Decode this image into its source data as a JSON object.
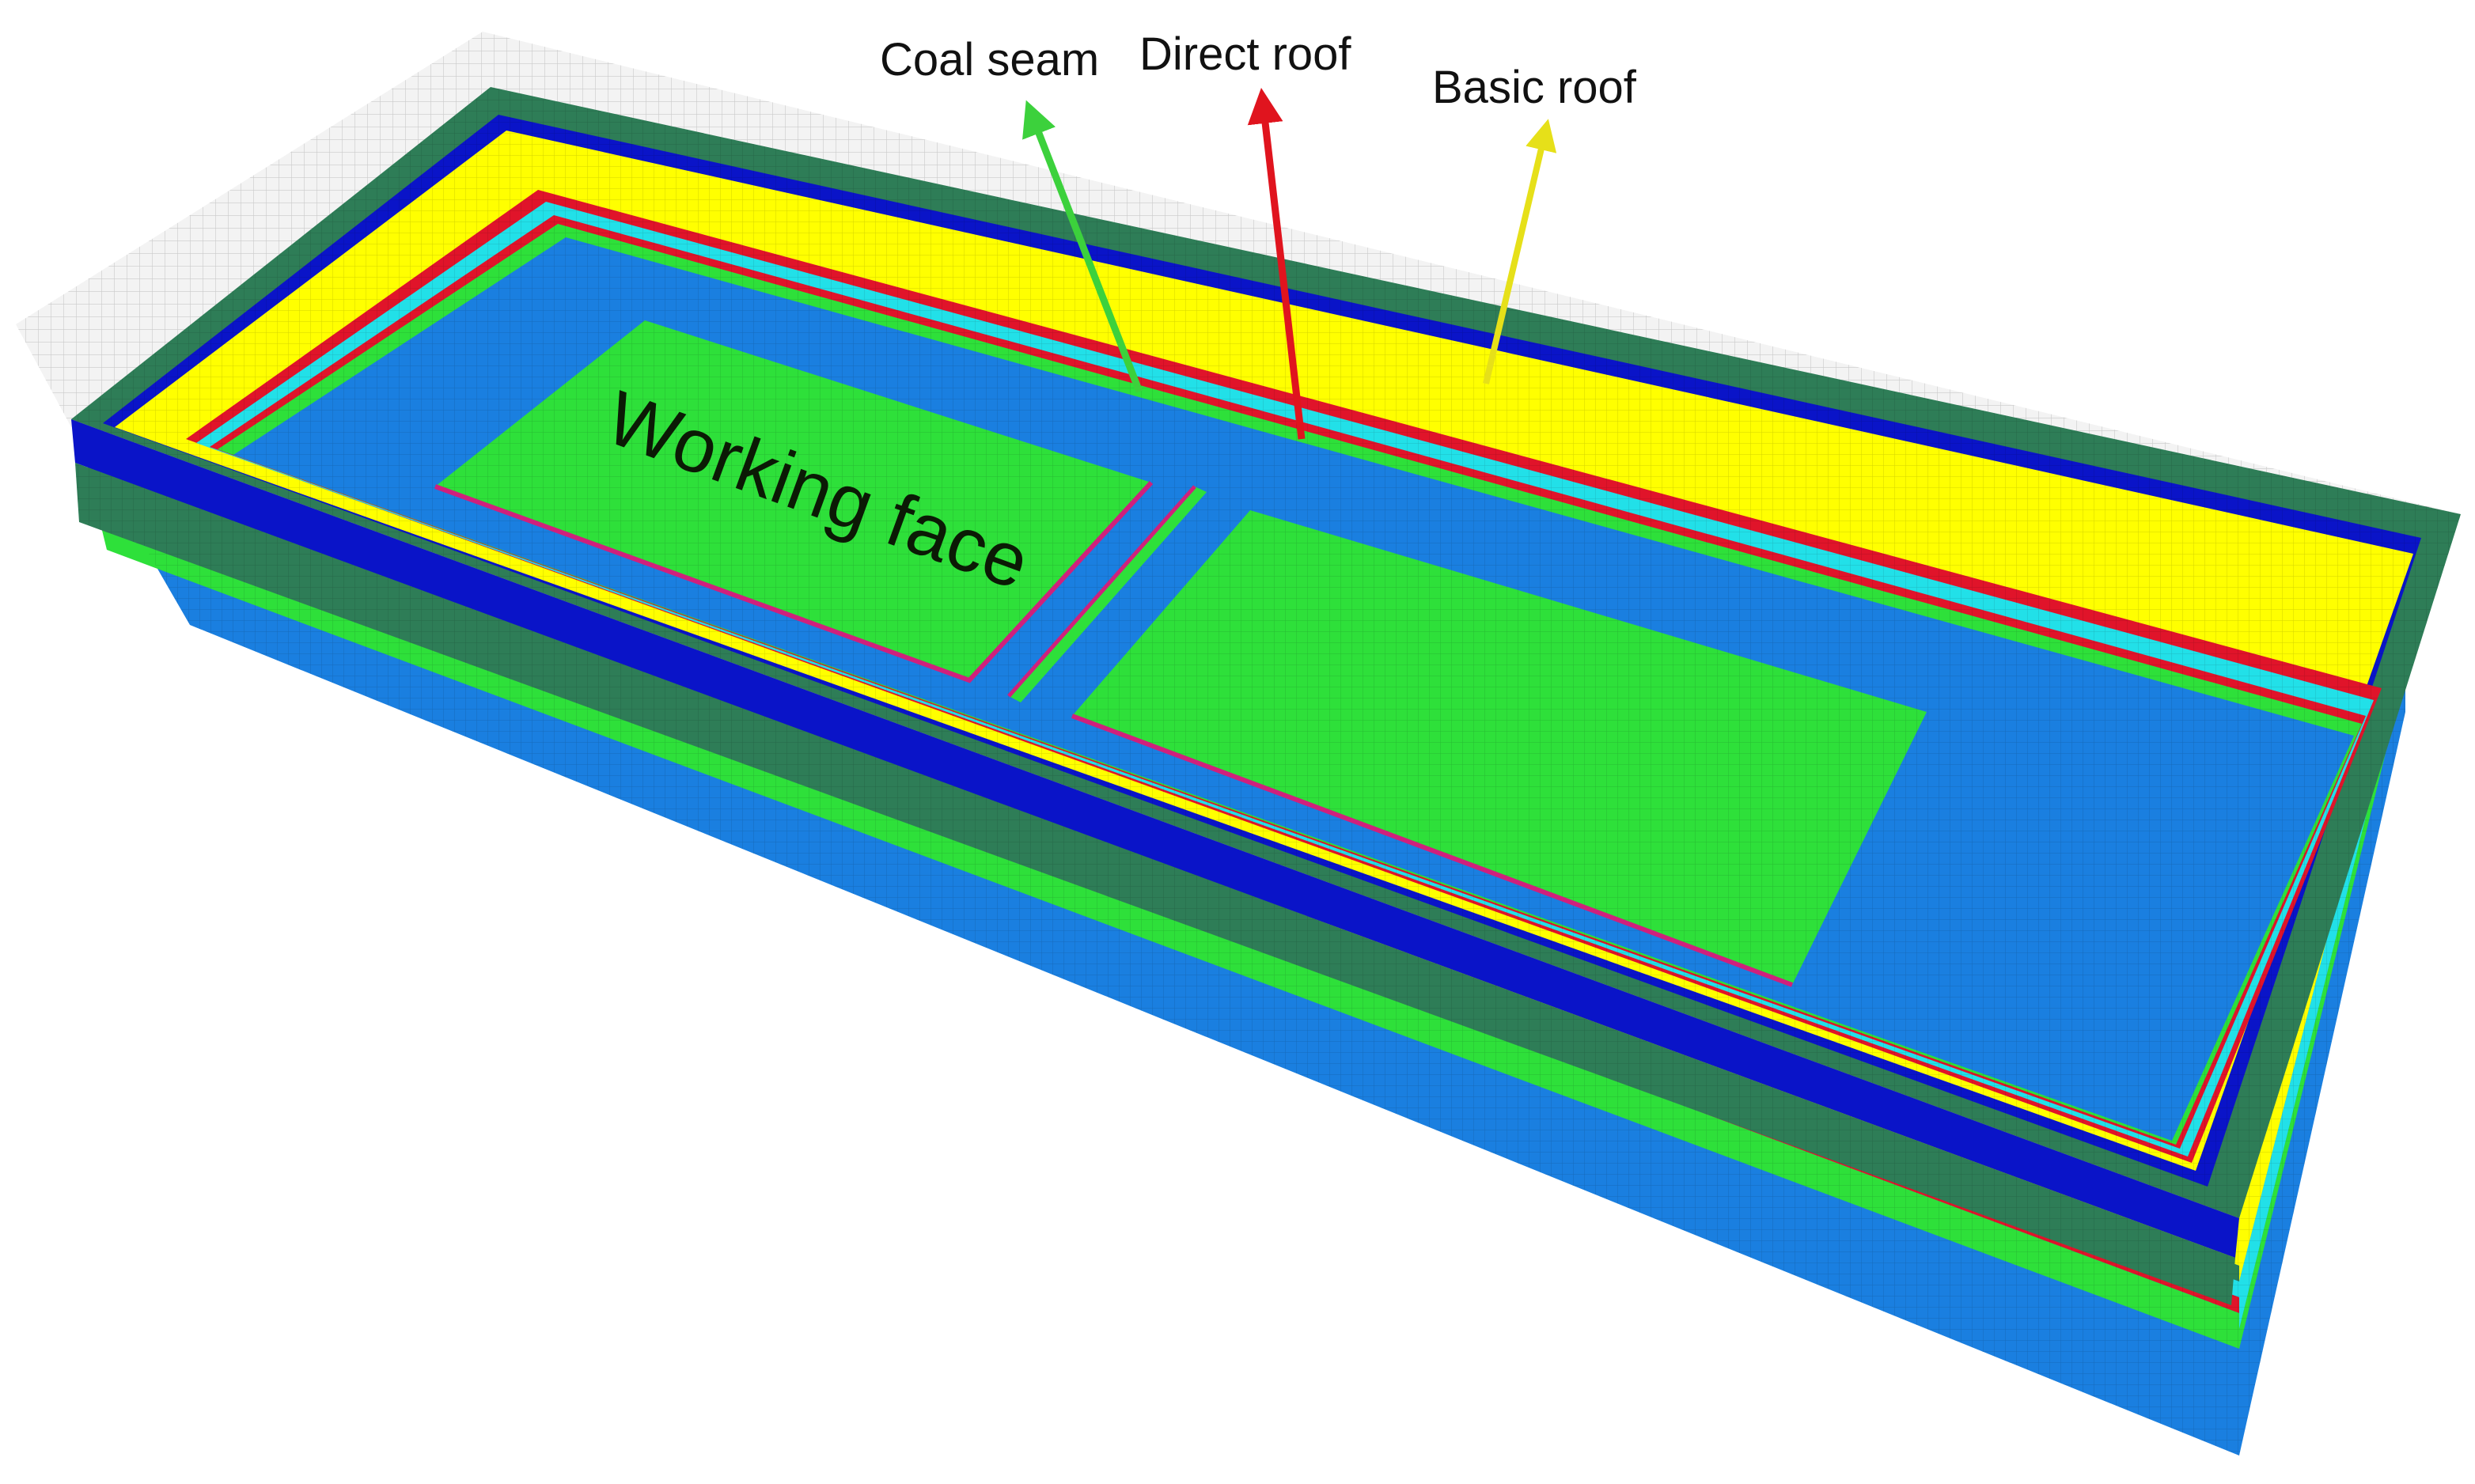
{
  "labels": {
    "coal_seam": "Coal seam",
    "direct_roof": "Direct roof",
    "basic_roof": "Basic roof",
    "working_face": "Working face"
  },
  "colors": {
    "mesh_grey": "#f1f1f1",
    "mesh_line": "#c9c9c9",
    "frame_green": "#2e7d57",
    "dark_blue": "#0a14c8",
    "yellow": "#ffff00",
    "cyan": "#22e0e8",
    "red": "#e0142a",
    "green": "#2ee03a",
    "floor_blue": "#1a7fe0",
    "magenta": "#d0207c",
    "arrow_green": "#3cd13c",
    "arrow_red": "#e0141e",
    "arrow_yellow": "#e6e019"
  }
}
